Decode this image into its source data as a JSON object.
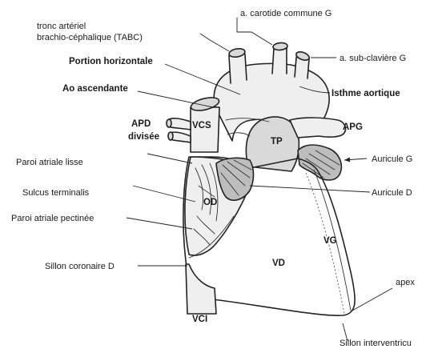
{
  "labels": {
    "carotide": "a. carotide commune G",
    "tabc_line1": "tronc artériel",
    "tabc_line2": "brachio-céphalique (TABC)",
    "subclaviere": "a. sub-clavière G",
    "portion_horizontale": "Portion horizontale",
    "isthme": "Isthme aortique",
    "ao_ascendante": "Ao ascendante",
    "apd": "APD",
    "divisee": "divisée",
    "vcs": "VCS",
    "tp": "TP",
    "apg": "APG",
    "paroi_lisse": "Paroi atriale lisse",
    "auricule_g": "Auricule G",
    "sulcus": "Sulcus terminalis",
    "auricule_d": "Auricule D",
    "od": "OD",
    "paroi_pectinee": "Paroi atriale pectinée",
    "vg": "VG",
    "sillon_coronaire": "Sillon coronaire D",
    "vd": "VD",
    "apex": "apex",
    "vci": "VCI",
    "sillon_interventriculaire": "Sillon interventricu"
  }
}
